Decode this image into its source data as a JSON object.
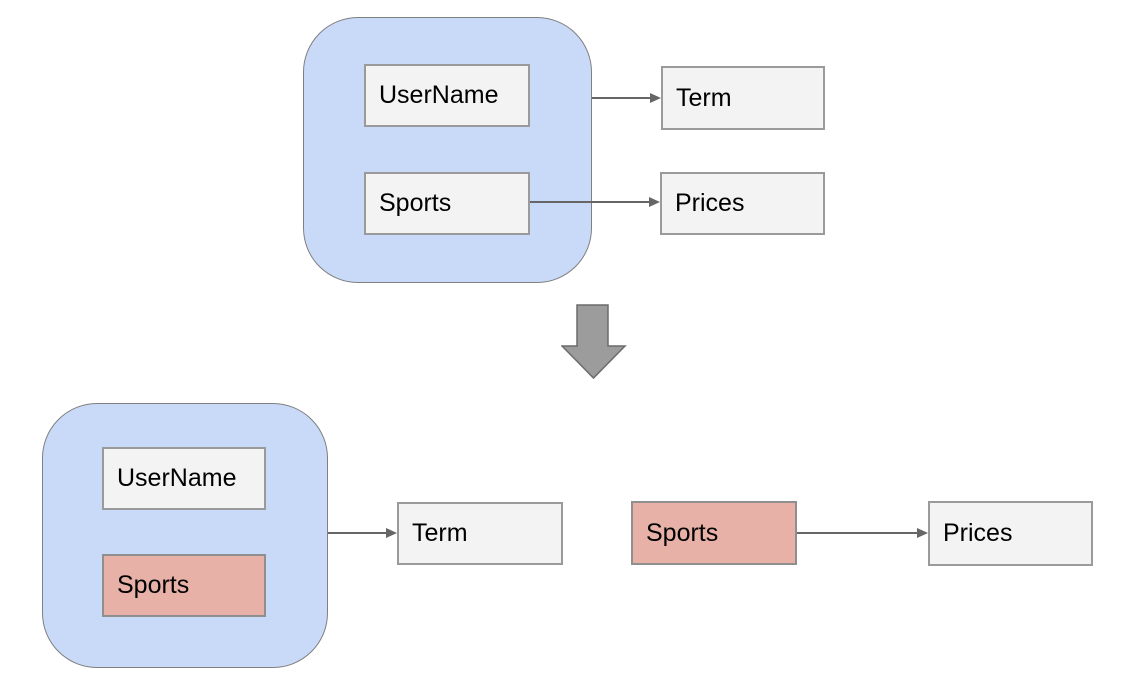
{
  "colors": {
    "background": "#ffffff",
    "group_fill": "#c9daf8",
    "group_border": "#7f7f7f",
    "box_fill": "#f3f3f3",
    "box_border": "#9a9a9a",
    "highlight_fill": "#e7b1a8",
    "highlight_border": "#8f8f8f",
    "connector": "#666666",
    "transform_arrow_fill": "#9c9c9c",
    "transform_arrow_border": "#6b6b6b",
    "text": "#000000"
  },
  "icons": {
    "transform_arrow_icon": "down-arrow"
  },
  "before": {
    "group_fields": [
      "UserName",
      "Sports"
    ],
    "targets": [
      "Term",
      "Prices"
    ]
  },
  "after": {
    "group_fields": [
      "UserName",
      "Sports"
    ],
    "group_targets": [
      "Term"
    ],
    "extracted_field": "Sports",
    "extracted_target": "Prices"
  }
}
